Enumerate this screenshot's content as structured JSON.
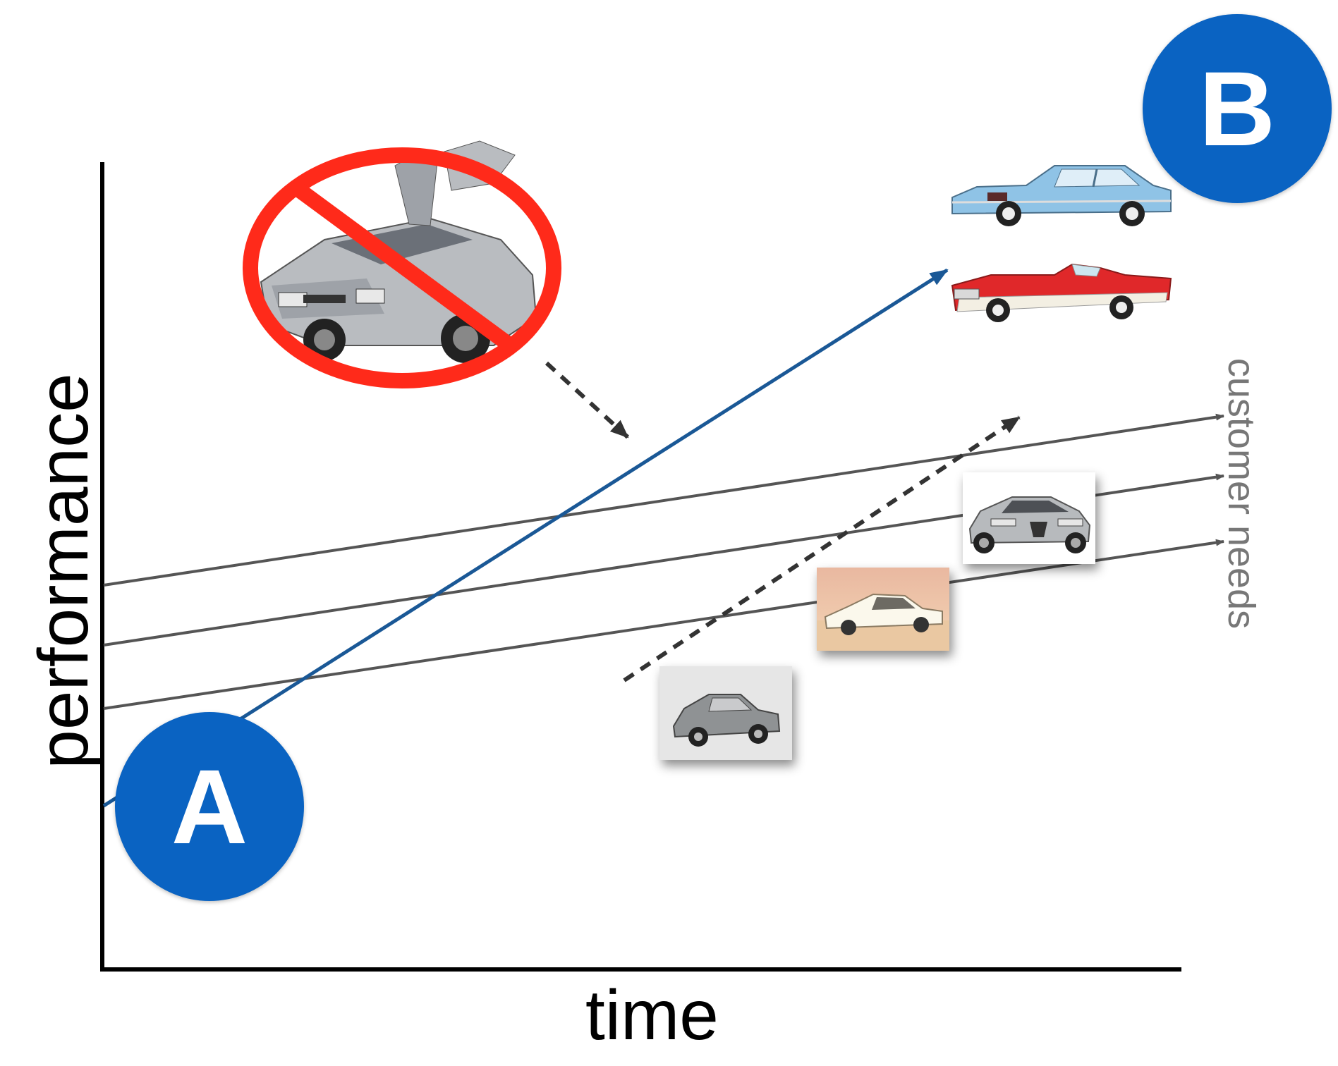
{
  "axes": {
    "x_label": "time",
    "y_label": "performance"
  },
  "customer_needs_label": "customer needs",
  "markers": {
    "start": "A",
    "end": "B"
  },
  "colors": {
    "trajectory": "#1a5896",
    "needs_lines": "#555555",
    "dashed_arrows": "#333333",
    "badge": "#0a63c2",
    "no_symbol": "#ff2a1a"
  },
  "images": {
    "prohibited_car": "gull-wing sports car crossed out with prohibition sign",
    "top_cars": [
      "light blue vintage sedan",
      "red and white vintage convertible"
    ],
    "sequence_cars": [
      "grey vintage sedan photo",
      "white sedan in desert photo",
      "silver modern luxury sedan photo"
    ]
  }
}
